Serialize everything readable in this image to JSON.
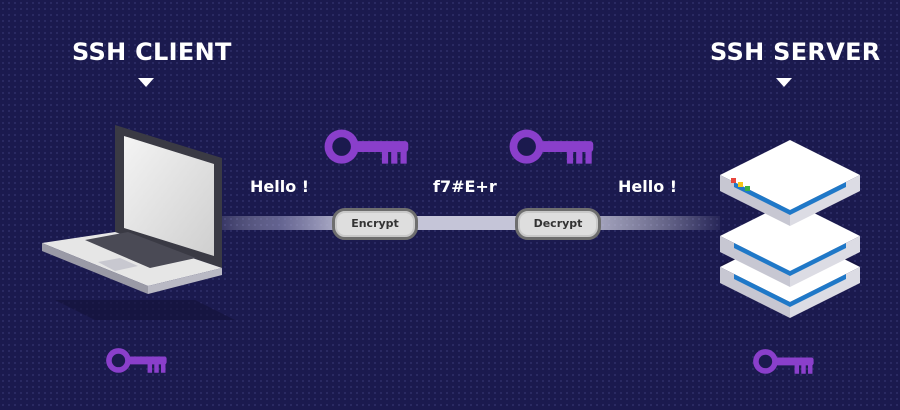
{
  "client": {
    "title": "SSH CLIENT"
  },
  "server": {
    "title": "SSH SERVER"
  },
  "message": {
    "plain_left": "Hello !",
    "cipher": "f7#E+r",
    "plain_right": "Hello !"
  },
  "steps": {
    "encrypt": "Encrypt",
    "decrypt": "Decrypt"
  },
  "colors": {
    "background": "#1b1a4e",
    "key": "#8a3fcb",
    "server_stripe": "#1f78c8"
  },
  "icons": [
    "laptop-icon",
    "server-icon",
    "key-icon"
  ]
}
